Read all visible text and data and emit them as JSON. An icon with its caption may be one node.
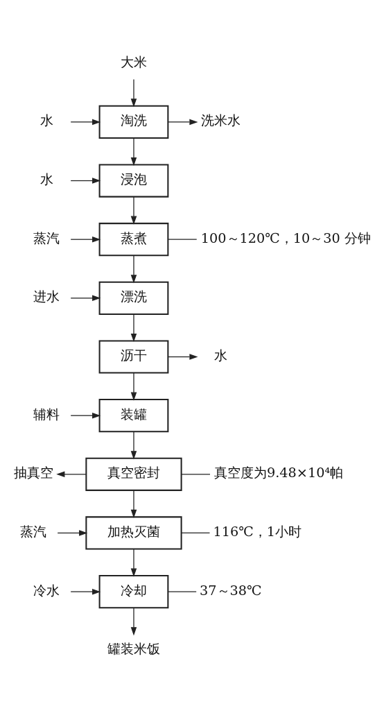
{
  "diagram": {
    "nodes": [
      {
        "text": [
          "大米"
        ]
      },
      {
        "text": [
          "淘洗"
        ]
      },
      {
        "text": [
          "水"
        ]
      },
      {
        "text": [
          "洗米水"
        ]
      },
      {
        "text": [
          "浸泡"
        ]
      },
      {
        "text": [
          "水"
        ]
      },
      {
        "text": [
          "蒸煮"
        ]
      },
      {
        "text": [
          "蒸汽"
        ]
      },
      {
        "text": [
          "100～120℃，10～30 分钟"
        ]
      },
      {
        "text": [
          "漂洗"
        ]
      },
      {
        "text": [
          "进水"
        ]
      },
      {
        "text": [
          "沥干"
        ]
      },
      {
        "text": [
          "水"
        ]
      },
      {
        "text": [
          "装罐"
        ]
      },
      {
        "text": [
          "辅料"
        ]
      },
      {
        "text": [
          "真空密封"
        ]
      },
      {
        "text": [
          "抽真空"
        ]
      },
      {
        "text": [
          "真空度为9.48×10⁴帕"
        ]
      },
      {
        "text": [
          "加热灭菌"
        ]
      },
      {
        "text": [
          "蒸汽"
        ]
      },
      {
        "text": [
          "116℃，1小时"
        ]
      },
      {
        "text": [
          "冷却"
        ]
      },
      {
        "text": [
          "冷水"
        ]
      },
      {
        "text": [
          "37～38℃"
        ]
      },
      {
        "text": [
          "罐装米饭"
        ]
      }
    ],
    "edges": [
      {
        "from": 0,
        "to": 1,
        "arrow": "to"
      },
      {
        "from": 2,
        "to": 1,
        "arrow": "to"
      },
      {
        "from": 1,
        "to": 3,
        "arrow": "to"
      },
      {
        "from": 1,
        "to": 4,
        "arrow": "to"
      },
      {
        "from": 5,
        "to": 4,
        "arrow": "to"
      },
      {
        "from": 4,
        "to": 6,
        "arrow": "to"
      },
      {
        "from": 7,
        "to": 6,
        "arrow": "to"
      },
      {
        "from": 6,
        "to": 8,
        "arrow": "none"
      },
      {
        "from": 6,
        "to": 9,
        "arrow": "to"
      },
      {
        "from": 10,
        "to": 9,
        "arrow": "to"
      },
      {
        "from": 9,
        "to": 11,
        "arrow": "to"
      },
      {
        "from": 11,
        "to": 12,
        "arrow": "to"
      },
      {
        "from": 11,
        "to": 13,
        "arrow": "to"
      },
      {
        "from": 14,
        "to": 13,
        "arrow": "to"
      },
      {
        "from": 13,
        "to": 15,
        "arrow": "to"
      },
      {
        "from": 15,
        "to": 16,
        "arrow": "to"
      },
      {
        "from": 15,
        "to": 17,
        "arrow": "none"
      },
      {
        "from": 15,
        "to": 18,
        "arrow": "to"
      },
      {
        "from": 19,
        "to": 18,
        "arrow": "to"
      },
      {
        "from": 18,
        "to": 20,
        "arrow": "none"
      },
      {
        "from": 18,
        "to": 21,
        "arrow": "to"
      },
      {
        "from": 22,
        "to": 21,
        "arrow": "to"
      },
      {
        "from": 21,
        "to": 23,
        "arrow": "none"
      },
      {
        "from": 21,
        "to": 24,
        "arrow": "to"
      }
    ]
  }
}
